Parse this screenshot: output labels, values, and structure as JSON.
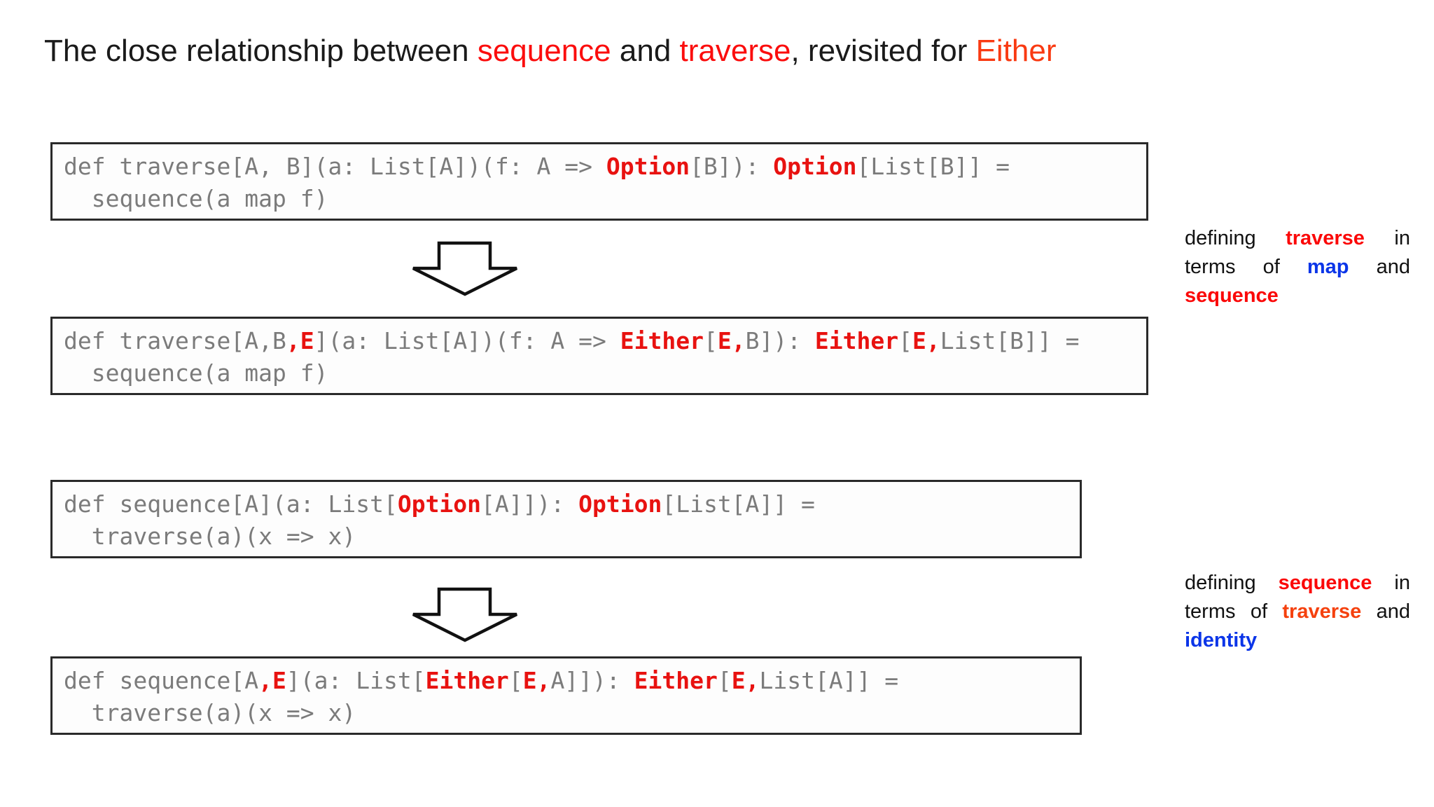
{
  "title": {
    "parts": [
      {
        "t": "The close relationship between ",
        "c": "black"
      },
      {
        "t": "sequence",
        "c": "red"
      },
      {
        "t": " and ",
        "c": "black"
      },
      {
        "t": "traverse",
        "c": "red"
      },
      {
        "t": ", revisited for ",
        "c": "black"
      },
      {
        "t": "Either",
        "c": "orange-red"
      }
    ]
  },
  "boxes": [
    {
      "name": "traverse-for-option",
      "line1": [
        {
          "t": "def traverse[A, B](a: List[A])(f: A => ",
          "c": "gray"
        },
        {
          "t": "Option",
          "c": "red"
        },
        {
          "t": "[B]): ",
          "c": "gray"
        },
        {
          "t": "Option",
          "c": "red"
        },
        {
          "t": "[List[B]] =",
          "c": "gray"
        }
      ],
      "line2": "  sequence(a map f)"
    },
    {
      "name": "traverse-for-either",
      "line1": [
        {
          "t": "def traverse[A,B",
          "c": "gray"
        },
        {
          "t": ",E",
          "c": "red"
        },
        {
          "t": "](a: List[A])(f: A => ",
          "c": "gray"
        },
        {
          "t": "Either",
          "c": "red"
        },
        {
          "t": "[",
          "c": "gray"
        },
        {
          "t": "E,",
          "c": "red"
        },
        {
          "t": "B]): ",
          "c": "gray"
        },
        {
          "t": "Either",
          "c": "red"
        },
        {
          "t": "[",
          "c": "gray"
        },
        {
          "t": "E,",
          "c": "red"
        },
        {
          "t": "List[B]] =",
          "c": "gray"
        }
      ],
      "line2": "  sequence(a map f)"
    },
    {
      "name": "sequence-for-option",
      "line1": [
        {
          "t": "def sequence[A](a: List[",
          "c": "gray"
        },
        {
          "t": "Option",
          "c": "red"
        },
        {
          "t": "[A]]): ",
          "c": "gray"
        },
        {
          "t": "Option",
          "c": "red"
        },
        {
          "t": "[List[A]] =",
          "c": "gray"
        }
      ],
      "line2": "  traverse(a)(x => x)"
    },
    {
      "name": "sequence-for-either",
      "line1": [
        {
          "t": "def sequence[A",
          "c": "gray"
        },
        {
          "t": ",E",
          "c": "red"
        },
        {
          "t": "](a: List[",
          "c": "gray"
        },
        {
          "t": "Either",
          "c": "red"
        },
        {
          "t": "[",
          "c": "gray"
        },
        {
          "t": "E,",
          "c": "red"
        },
        {
          "t": "A]]): ",
          "c": "gray"
        },
        {
          "t": "Either",
          "c": "red"
        },
        {
          "t": "[",
          "c": "gray"
        },
        {
          "t": "E,",
          "c": "red"
        },
        {
          "t": "List[A]] =",
          "c": "gray"
        }
      ],
      "line2": "  traverse(a)(x => x)"
    }
  ],
  "notes": [
    {
      "parts": [
        {
          "t": "defining ",
          "c": "black"
        },
        {
          "t": "traverse",
          "c": "red"
        },
        {
          "t": " in terms of ",
          "c": "black"
        },
        {
          "t": "map",
          "c": "blue"
        },
        {
          "t": " and ",
          "c": "black"
        },
        {
          "t": "sequence",
          "c": "red"
        }
      ]
    },
    {
      "parts": [
        {
          "t": "defining ",
          "c": "black"
        },
        {
          "t": "sequence",
          "c": "red"
        },
        {
          "t": " in terms of ",
          "c": "black"
        },
        {
          "t": "traverse",
          "c": "orange-red"
        },
        {
          "t": " and ",
          "c": "black"
        },
        {
          "t": "identity",
          "c": "blue"
        }
      ]
    }
  ],
  "arrows": [
    {
      "direction": "down"
    },
    {
      "direction": "down"
    }
  ],
  "palette": {
    "background": "#ffffff",
    "title_text": "#1a1a1a",
    "red": "#fb0d0d",
    "orange_red": "#f93a12",
    "blue": "#0b35e8",
    "code_gray": "#7b7b7b",
    "code_red": "#e81210",
    "box_border": "#2a2a2a"
  }
}
